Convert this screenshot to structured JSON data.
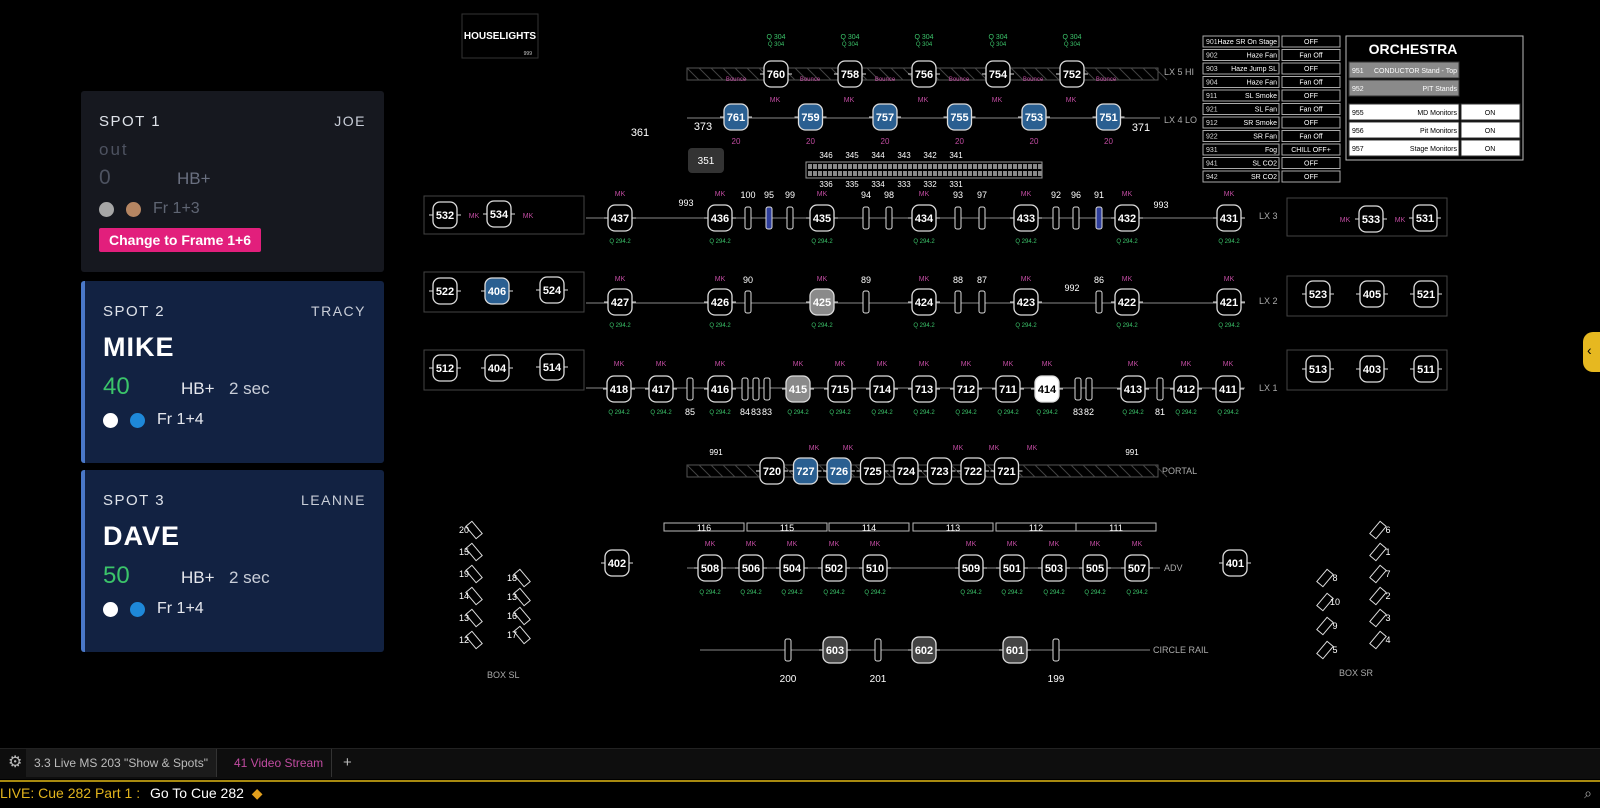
{
  "spots": [
    {
      "label": "SPOT 1",
      "operator": "JOE",
      "performer": "out",
      "level": "0",
      "hb": "HB+",
      "time": "",
      "color_dots": [
        "#a6a6a6",
        "#b58562"
      ],
      "frame": "Fr 1+3",
      "action": "Change to Frame 1+6",
      "active": false
    },
    {
      "label": "SPOT 2",
      "operator": "TRACY",
      "performer": "MIKE",
      "level": "40",
      "hb": "HB+",
      "time": "2 sec",
      "color_dots": [
        "#ffffff",
        "#1e88d8"
      ],
      "frame": "Fr 1+4",
      "active": true
    },
    {
      "label": "SPOT 3",
      "operator": "LEANNE",
      "performer": "DAVE",
      "level": "50",
      "hb": "HB+",
      "time": "2 sec",
      "color_dots": [
        "#ffffff",
        "#1e88d8"
      ],
      "frame": "Fr 1+4",
      "active": true
    }
  ],
  "houselights": {
    "label": "HOUSELIGHTS",
    "sub": "999"
  },
  "orchestra": {
    "title": "ORCHESTRA",
    "items": [
      {
        "num": "951",
        "label": "CONDUCTOR Stand - Top",
        "value": ""
      },
      {
        "num": "952",
        "label": "PIT Stands",
        "value": ""
      },
      {
        "num": "955",
        "label": "MD Monitors",
        "value": "ON"
      },
      {
        "num": "956",
        "label": "Pit Monitors",
        "value": "ON"
      },
      {
        "num": "957",
        "label": "Stage Monitors",
        "value": "ON"
      }
    ]
  },
  "effects": [
    {
      "num": "901",
      "label": "Haze SR On Stage",
      "value": "OFF"
    },
    {
      "num": "902",
      "label": "Haze Fan",
      "value": "Fan Off"
    },
    {
      "num": "903",
      "label": "Haze Jump SL",
      "value": "OFF"
    },
    {
      "num": "904",
      "label": "Haze Fan",
      "value": "Fan Off"
    },
    {
      "num": "911",
      "label": "SL Smoke",
      "value": "OFF"
    },
    {
      "num": "921",
      "label": "SL Fan",
      "value": "Fan Off"
    },
    {
      "num": "912",
      "label": "SR Smoke",
      "value": "OFF"
    },
    {
      "num": "922",
      "label": "SR Fan",
      "value": "Fan Off"
    },
    {
      "num": "931",
      "label": "Fog",
      "value": "CHILL OFF+"
    },
    {
      "num": "941",
      "label": "SL CO2",
      "value": "OFF"
    },
    {
      "num": "942",
      "label": "SR CO2",
      "value": "OFF"
    }
  ],
  "pipes": {
    "lx5": "LX 5 HI",
    "lx4": "LX 4 LO",
    "lx3": "LX 3",
    "lx2": "LX 2",
    "lx1": "LX 1",
    "portal": "PORTAL",
    "adv": "ADV",
    "circle": "CIRCLE RAIL",
    "boxsl": "BOX SL",
    "boxsr": "BOX SR"
  },
  "stage": {
    "lx5": [
      {
        "id": "760",
        "top": "Q 304",
        "sub": "Bounce"
      },
      {
        "id": "758",
        "top": "Q 304",
        "sub": "Bounce"
      },
      {
        "id": "756",
        "top": "Q 304",
        "sub": "Bounce"
      },
      {
        "id": "754",
        "top": "Q 304",
        "sub": "Bounce"
      },
      {
        "id": "752",
        "top": "Q 304",
        "sub": "Bounce"
      }
    ],
    "lx4": [
      "761",
      "759",
      "757",
      "755",
      "753",
      "751"
    ],
    "lx4_lvl": "20",
    "near_lx4": [
      "361",
      "373",
      "351",
      "371"
    ],
    "border": [
      "346",
      "345",
      "344",
      "343",
      "342",
      "341",
      "336",
      "335",
      "334",
      "333",
      "332",
      "331"
    ],
    "lx3": [
      "437",
      "436",
      "435",
      "434",
      "433",
      "432",
      "431"
    ],
    "lx3_small": [
      "100",
      "95",
      "99",
      "94",
      "98",
      "93",
      "97",
      "92",
      "96",
      "91"
    ],
    "lx3_993": "993",
    "ladder3_sr": [
      "532",
      "534"
    ],
    "ladder3_sl": [
      "533",
      "531"
    ],
    "lx2": [
      "427",
      "426",
      "425",
      "424",
      "423",
      "422",
      "421"
    ],
    "lx2_small": [
      "90",
      "89",
      "88",
      "87",
      "86"
    ],
    "lx2_992": "992",
    "ladder2_sr": [
      "522",
      "406",
      "524"
    ],
    "ladder2_sl": [
      "523",
      "405",
      "521"
    ],
    "lx1": [
      "418",
      "417",
      "416",
      "415",
      "715",
      "714",
      "713",
      "712",
      "711",
      "414",
      "413",
      "412",
      "411"
    ],
    "lx1_small": [
      "85",
      "84",
      "83",
      "83",
      "83",
      "82",
      "81"
    ],
    "ladder1_sr": [
      "512",
      "404",
      "514"
    ],
    "ladder1_sl": [
      "513",
      "403",
      "511"
    ],
    "portal": [
      "720",
      "727",
      "726",
      "725",
      "724",
      "723",
      "722",
      "721"
    ],
    "portal_991": "991",
    "adv_bars": [
      "116",
      "115",
      "114",
      "113",
      "112",
      "111"
    ],
    "adv": [
      "508",
      "506",
      "504",
      "502",
      "510",
      "509",
      "501",
      "503",
      "505",
      "507"
    ],
    "adv_side": [
      "402",
      "401"
    ],
    "circle": [
      {
        "id": "200",
        "type": "bar"
      },
      {
        "id": "603",
        "type": "fixture"
      },
      {
        "id": "201",
        "type": "bar"
      },
      {
        "id": "602",
        "type": "fixture"
      },
      {
        "id": "601",
        "type": "fixture"
      },
      {
        "id": "199",
        "type": "bar"
      }
    ],
    "box_sl_a": [
      "20",
      "15",
      "19",
      "14",
      "13",
      "12"
    ],
    "box_sl_b": [
      "18",
      "13",
      "16",
      "17"
    ],
    "box_sr_a": [
      "6",
      "1",
      "7",
      "2",
      "3",
      "4"
    ],
    "box_sr_b": [
      "8",
      "10",
      "9",
      "5"
    ],
    "mk": "MK",
    "q_note": "Q 294.2"
  },
  "tabs": [
    {
      "label": "3.3 Live MS 203 \"Show & Spots\""
    },
    {
      "label": "41 Video Stream"
    },
    {
      "label": "+"
    }
  ],
  "status": {
    "live": "LIVE: Cue  282 Part 1 :",
    "cmd": "Go To Cue 282"
  }
}
